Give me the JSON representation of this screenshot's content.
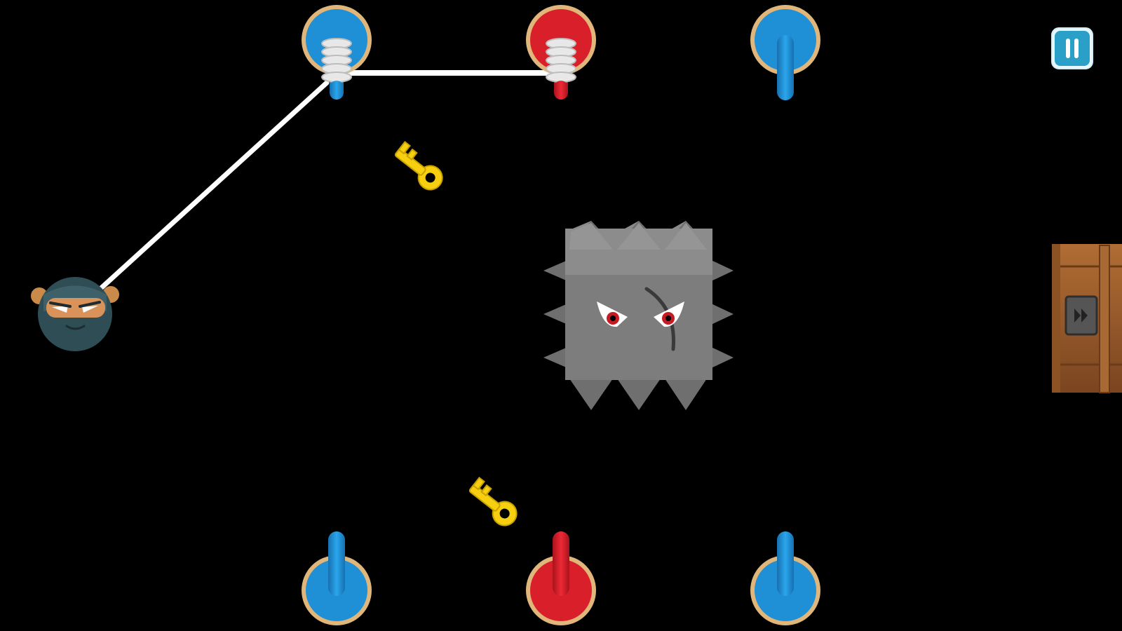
{
  "game": {
    "screen": "level",
    "colors": {
      "background": "#000000",
      "peg_blue": "#1f8fd6",
      "peg_red": "#d81f2a",
      "peg_base_ring": "#e0b67a",
      "rope": "#ffffff",
      "key": "#f5cf10",
      "spike_block": "#7d7d7d",
      "pause_button": "#2aa0c8",
      "chest_wood": "#9a5c2c"
    },
    "top_pegs": [
      {
        "color": "blue",
        "rope_coiled": true
      },
      {
        "color": "red",
        "rope_coiled": true
      },
      {
        "color": "blue",
        "rope_coiled": false
      }
    ],
    "bottom_pegs": [
      {
        "color": "blue"
      },
      {
        "color": "red"
      },
      {
        "color": "blue"
      }
    ],
    "keys": [
      {
        "icon": "key-icon"
      },
      {
        "icon": "key-icon"
      }
    ],
    "player": {
      "icon": "ninja-ball-icon",
      "attached_to_rope": true
    },
    "enemy": {
      "icon": "spiked-block-icon",
      "expression": "angry"
    },
    "goal": {
      "icon": "treasure-chest-icon",
      "state": "locked"
    },
    "controls": {
      "pause_icon": "pause-icon"
    }
  }
}
